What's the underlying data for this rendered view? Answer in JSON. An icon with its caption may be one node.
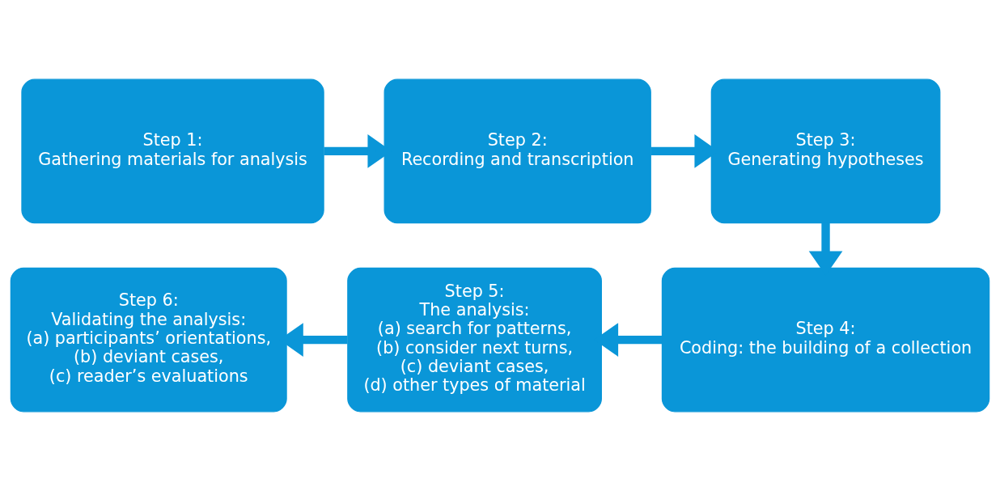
{
  "diagram": {
    "nodes": [
      {
        "text": [
          "Step 1:",
          "Gathering materials for analysis"
        ]
      },
      {
        "text": [
          "Step 2:",
          "Recording and transcription"
        ]
      },
      {
        "text": [
          "Step 3:",
          "Generating hypotheses"
        ]
      },
      {
        "text": [
          "Step 4:",
          "Coding: the building of a collection"
        ]
      },
      {
        "text": [
          "Step 5:",
          "The analysis:",
          "(a) search for patterns,",
          "(b) consider next turns,",
          "(c) deviant cases,",
          "(d) other types of material"
        ]
      },
      {
        "text": [
          "Step 6:",
          "Validating the analysis:",
          "(a) participants’ orientations,",
          "(b) deviant cases,",
          "(c) reader’s evaluations"
        ]
      }
    ],
    "edges": [
      {
        "from": 0,
        "to": 1,
        "arrow": "to"
      },
      {
        "from": 1,
        "to": 2,
        "arrow": "to"
      },
      {
        "from": 2,
        "to": 3,
        "arrow": "to"
      },
      {
        "from": 3,
        "to": 4,
        "arrow": "to"
      },
      {
        "from": 4,
        "to": 5,
        "arrow": "to"
      }
    ]
  }
}
